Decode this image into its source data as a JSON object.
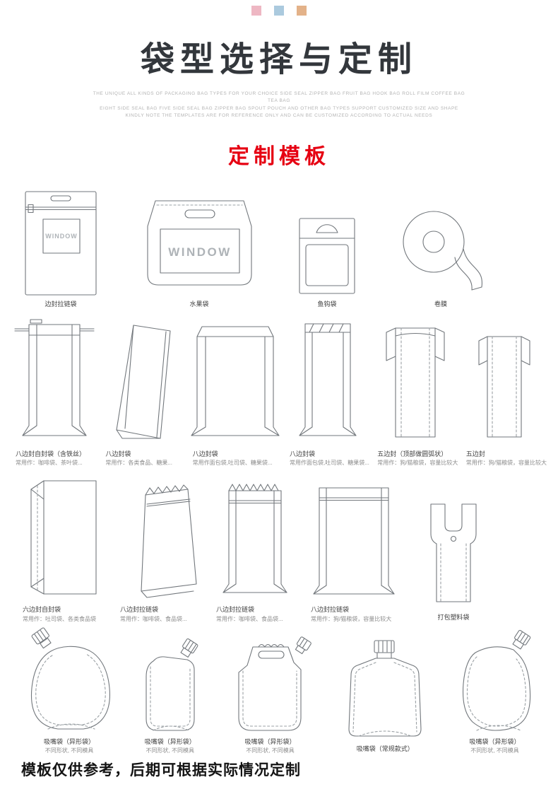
{
  "colors": {
    "accent_red": "#e60012",
    "title_dark": "#33373c",
    "decor_pink": "#eeb7c3",
    "decor_blue": "#abcade",
    "decor_tan": "#e3b289",
    "line_gray": "#72777c"
  },
  "decor": {
    "squares": {
      "s1": "#eeb7c3",
      "s2": "#abcade",
      "s3": "#e3b289"
    }
  },
  "labels": {
    "window": "WINDOW"
  },
  "header": {
    "title": "袋型选择与定制",
    "subtitle_line1": "THE UNIQUE ALL KINDS OF PACKAGING BAG TYPES FOR YOUR CHOICE SIDE SEAL ZIPPER BAG FRUIT BAG HOOK BAG ROLL FILM COFFEE BAG TEA BAG",
    "subtitle_line2": "EIGHT SIDE SEAL BAG FIVE SIDE SEAL BAG ZIPPER BAG SPOUT POUCH AND OTHER BAG TYPES SUPPORT CUSTOMIZED SIZE AND SHAPE",
    "subtitle_line3": "KINDLY NOTE THE TEMPLATES ARE FOR REFERENCE ONLY AND CAN BE CUSTOMIZED ACCORDING TO ACTUAL NEEDS",
    "section_label": "定制模板"
  },
  "rows": [
    {
      "items": [
        {
          "name": "边封拉链袋",
          "desc": ""
        },
        {
          "name": "水果袋",
          "desc": ""
        },
        {
          "name": "鱼钩袋",
          "desc": ""
        },
        {
          "name": "卷膜",
          "desc": ""
        }
      ]
    },
    {
      "items": [
        {
          "name": "八边封自封袋（含铁丝）",
          "desc": "常用作：咖啡袋、茶叶袋..."
        },
        {
          "name": "八边封袋",
          "desc": "常用作：各类食品、糖果..."
        },
        {
          "name": "八边封袋",
          "desc": "常用作面包袋,吐司袋、糖果袋..."
        },
        {
          "name": "八边封袋",
          "desc": "常用作面包袋,吐司袋、糖果袋..."
        },
        {
          "name": "五边封（顶部做圆弧状）",
          "desc": "常用作：狗/猫粮袋，容量比较大"
        },
        {
          "name": "五边封",
          "desc": "常用作：狗/猫粮袋，容量比较大"
        }
      ]
    },
    {
      "items": [
        {
          "name": "六边封自封袋",
          "desc": "常用作：吐司袋、各类食品袋"
        },
        {
          "name": "八边封拉链袋",
          "desc": "常用作：咖啡袋、食品袋..."
        },
        {
          "name": "八边封拉链袋",
          "desc": "常用作：咖啡袋、食品袋..."
        },
        {
          "name": "八边封拉链袋",
          "desc": "常用作：狗/猫粮袋，容量比较大"
        },
        {
          "name": "打包塑料袋",
          "desc": ""
        }
      ]
    },
    {
      "items": [
        {
          "name": "吸嘴袋（异形袋）",
          "desc": "不同形状, 不同模具"
        },
        {
          "name": "吸嘴袋（异形袋）",
          "desc": "不同形状, 不同模具"
        },
        {
          "name": "吸嘴袋（异形袋）",
          "desc": "不同形状, 不同模具"
        },
        {
          "name": "吸嘴袋（常规款式）",
          "desc": ""
        },
        {
          "name": "吸嘴袋（异形袋）",
          "desc": "不同形状, 不同模具"
        }
      ]
    }
  ],
  "footer": {
    "note": "模板仅供参考，后期可根据实际情况定制"
  }
}
